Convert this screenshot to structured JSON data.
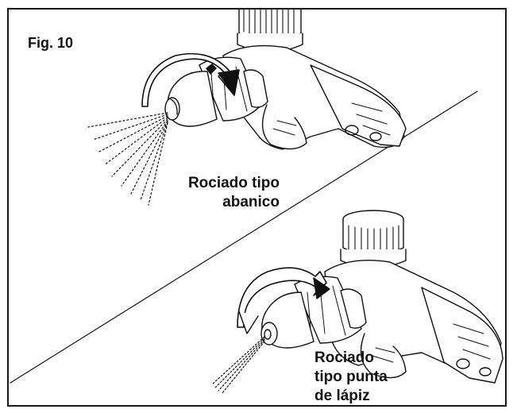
{
  "figure": {
    "title": "Fig. 10",
    "fan_spray": {
      "line1": "Rociado tipo",
      "line2": "abanico"
    },
    "pencil_spray": {
      "line1": "Rociado",
      "line2": "tipo punta",
      "line3": "de lápiz"
    }
  },
  "colors": {
    "ink": "#111111",
    "frame": "#1a1a1a",
    "background": "#ffffff"
  }
}
